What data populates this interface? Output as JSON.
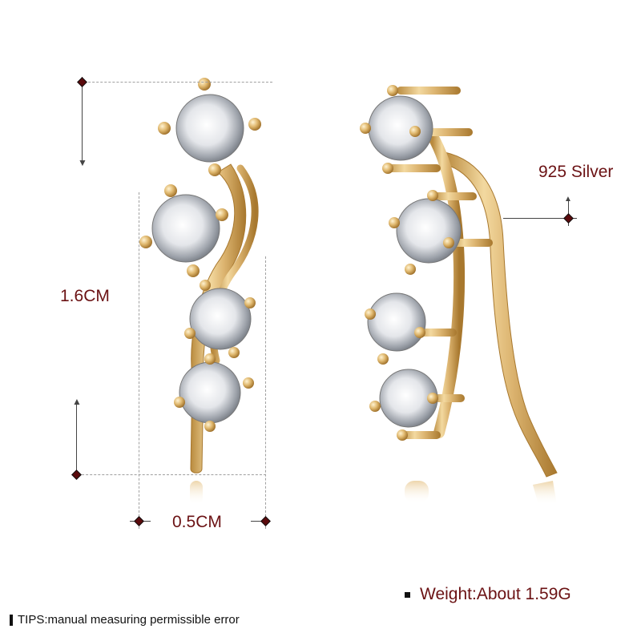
{
  "product": {
    "type": "ear climber earrings",
    "metal_color": "#d9b36a",
    "stone_count_per_earring": 4
  },
  "dimensions": {
    "height_label": "1.6CM",
    "width_label": "0.5CM"
  },
  "material": {
    "label": "925 Silver"
  },
  "weight": {
    "label": "Weight:About 1.59G"
  },
  "tips": {
    "label": "TIPS:manual measuring permissible error"
  },
  "colors": {
    "label_text": "#6b1214",
    "marker": "#5a0a0c",
    "guide_line": "#a0a0a0"
  }
}
